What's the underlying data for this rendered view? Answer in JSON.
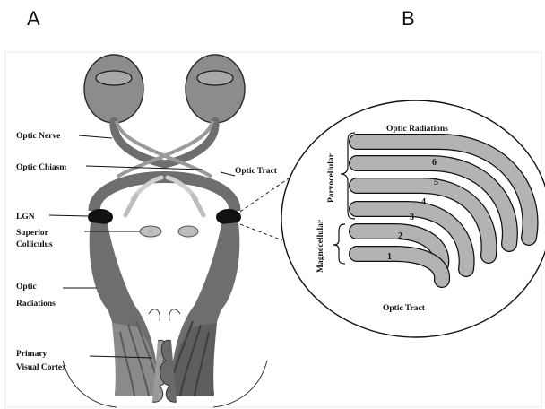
{
  "panels": {
    "a": "A",
    "b": "B"
  },
  "labels": {
    "optic_nerve": "Optic Nerve",
    "optic_chiasm": "Optic Chiasm",
    "optic_tract": "Optic Tract",
    "lgn": "LGN",
    "superior_colliculus_1": "Superior",
    "superior_colliculus_2": "Colliculus",
    "optic_radiations_1": "Optic",
    "optic_radiations_2": "Radiations",
    "primary_visual_cortex_1": "Primary",
    "primary_visual_cortex_2": "Visual Cortex"
  },
  "inset": {
    "top_label": "Optic Radiations",
    "bottom_label": "Optic Tract",
    "parvocellular": "Parvocellular",
    "magnocellular": "Magnocellular",
    "layers": [
      "1",
      "2",
      "3",
      "4",
      "5",
      "6"
    ]
  },
  "colors": {
    "dark_gray": "#6e6e6e",
    "mid_gray": "#8c8c8c",
    "light_gray": "#bdbdbd",
    "layer_fill": "#b3b3b3",
    "black": "#111111"
  }
}
